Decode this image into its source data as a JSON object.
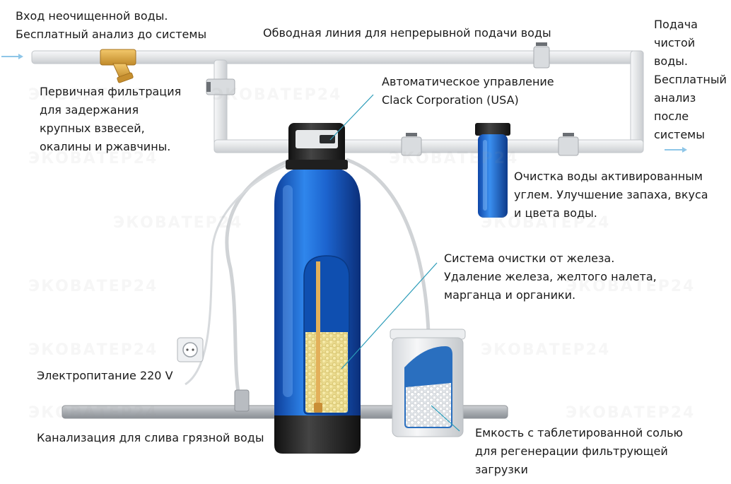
{
  "labels": {
    "inlet": [
      "Вход неочищенной воды.",
      "Бесплатный анализ до системы"
    ],
    "bypass": "Обводная линия для непрерывной подачи воды",
    "outlet": [
      "Подача",
      "чистой",
      "воды.",
      "Бесплатный",
      "анализ",
      "после",
      "системы"
    ],
    "prefilter": [
      "Первичная фильтрация",
      "для задержания",
      "крупных взвесей,",
      "окалины и ржавчины."
    ],
    "controller": [
      "Автоматическое управление",
      "Clack Corporation (USA)"
    ],
    "carbon": [
      "Очистка воды активированным",
      "углем. Улучшение запаха, вкуса",
      "и цвета воды."
    ],
    "iron_system": [
      "Система очистки от железа.",
      "Удаление железа, желтого налета,",
      "марганца и органики."
    ],
    "power": "Электропитание 220 V",
    "drain": "Канализация для слива грязной воды",
    "brine_tank": [
      "Емкость с таблетированной солью",
      "для регенерации фильтрующей",
      "загрузки"
    ]
  },
  "watermark": "ЭКОВАТЕР24",
  "colors": {
    "pipe": "#e4e6e8",
    "tank_blue": "#1e6fd8",
    "tank_base": "#2a2a2a",
    "media": "#e8d98a",
    "leader_line": "#2a9bb8"
  }
}
